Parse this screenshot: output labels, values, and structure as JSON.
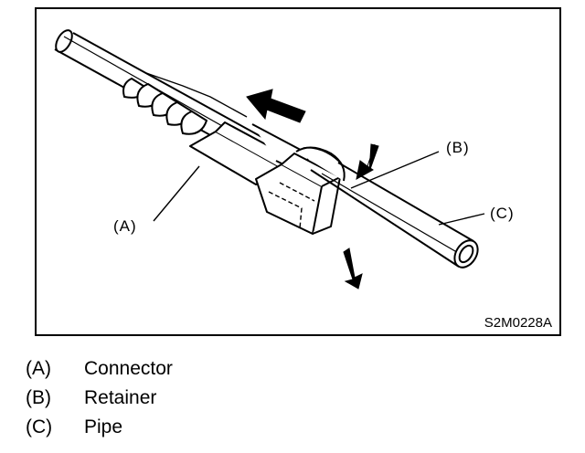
{
  "figure": {
    "code": "S2M0228A",
    "callouts": {
      "a": "(A)",
      "b": "(B)",
      "c": "(C)"
    }
  },
  "legend": {
    "items": [
      {
        "key": "(A)",
        "text": "Connector"
      },
      {
        "key": "(B)",
        "text": "Retainer"
      },
      {
        "key": "(C)",
        "text": "Pipe"
      }
    ]
  }
}
